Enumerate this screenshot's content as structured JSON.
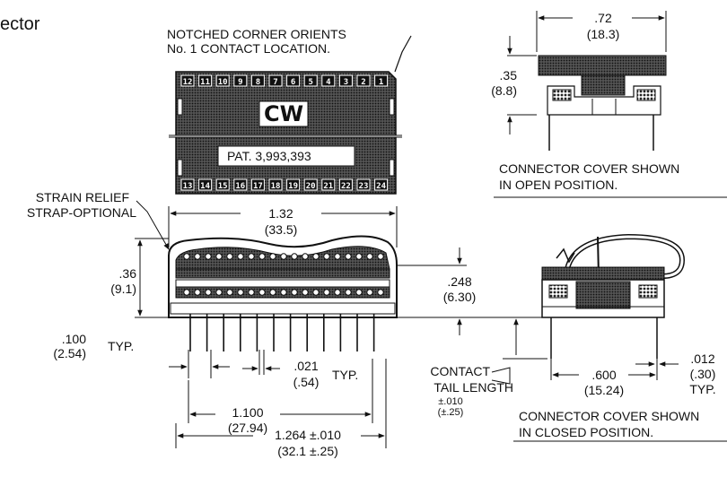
{
  "header": {
    "title_fragment": "ector"
  },
  "top_view": {
    "notch_note_line1": "NOTCHED CORNER ORIENTS",
    "notch_note_line2": "No. 1 CONTACT LOCATION.",
    "logo": "CW",
    "patent": "PAT. 3,993,393",
    "pins_top": [
      "12",
      "11",
      "10",
      "9",
      "8",
      "7",
      "6",
      "5",
      "4",
      "3",
      "2",
      "1"
    ],
    "pins_bottom": [
      "13",
      "14",
      "15",
      "16",
      "17",
      "18",
      "19",
      "20",
      "21",
      "22",
      "23",
      "24"
    ]
  },
  "open_view": {
    "width_in": ".72",
    "width_mm": "(18.3)",
    "height_in": ".35",
    "height_mm": "(8.8)",
    "caption_line1": "CONNECTOR COVER SHOWN",
    "caption_line2": "IN OPEN POSITION."
  },
  "side_view": {
    "strain_line1": "STRAIN RELIEF",
    "strain_line2": "STRAP-OPTIONAL",
    "length_in": "1.32",
    "length_mm": "(33.5)",
    "height_in": ".36",
    "height_mm": "(9.1)",
    "body_in": ".248",
    "body_mm": "(6.30)",
    "pitch_in": ".100",
    "pitch_mm": "(2.54)",
    "pitch_typ": "TYP.",
    "pin_w_in": ".021",
    "pin_w_mm": "(.54)",
    "pin_w_typ": "TYP.",
    "span_in": "1.100",
    "span_mm": "(27.94)",
    "overall_in": "1.264 ±.010",
    "overall_mm": "(32.1 ±.25)",
    "tail_line1": "CONTACT",
    "tail_line2": "TAIL LENGTH",
    "tail_tol_in": "±.010",
    "tail_tol_mm": "(±.25)"
  },
  "closed_view": {
    "row_in": ".600",
    "row_mm": "(15.24)",
    "pin_in": ".012",
    "pin_mm": "(.30)",
    "pin_typ": "TYP.",
    "caption_line1": "CONNECTOR COVER SHOWN",
    "caption_line2": "IN CLOSED POSITION."
  }
}
